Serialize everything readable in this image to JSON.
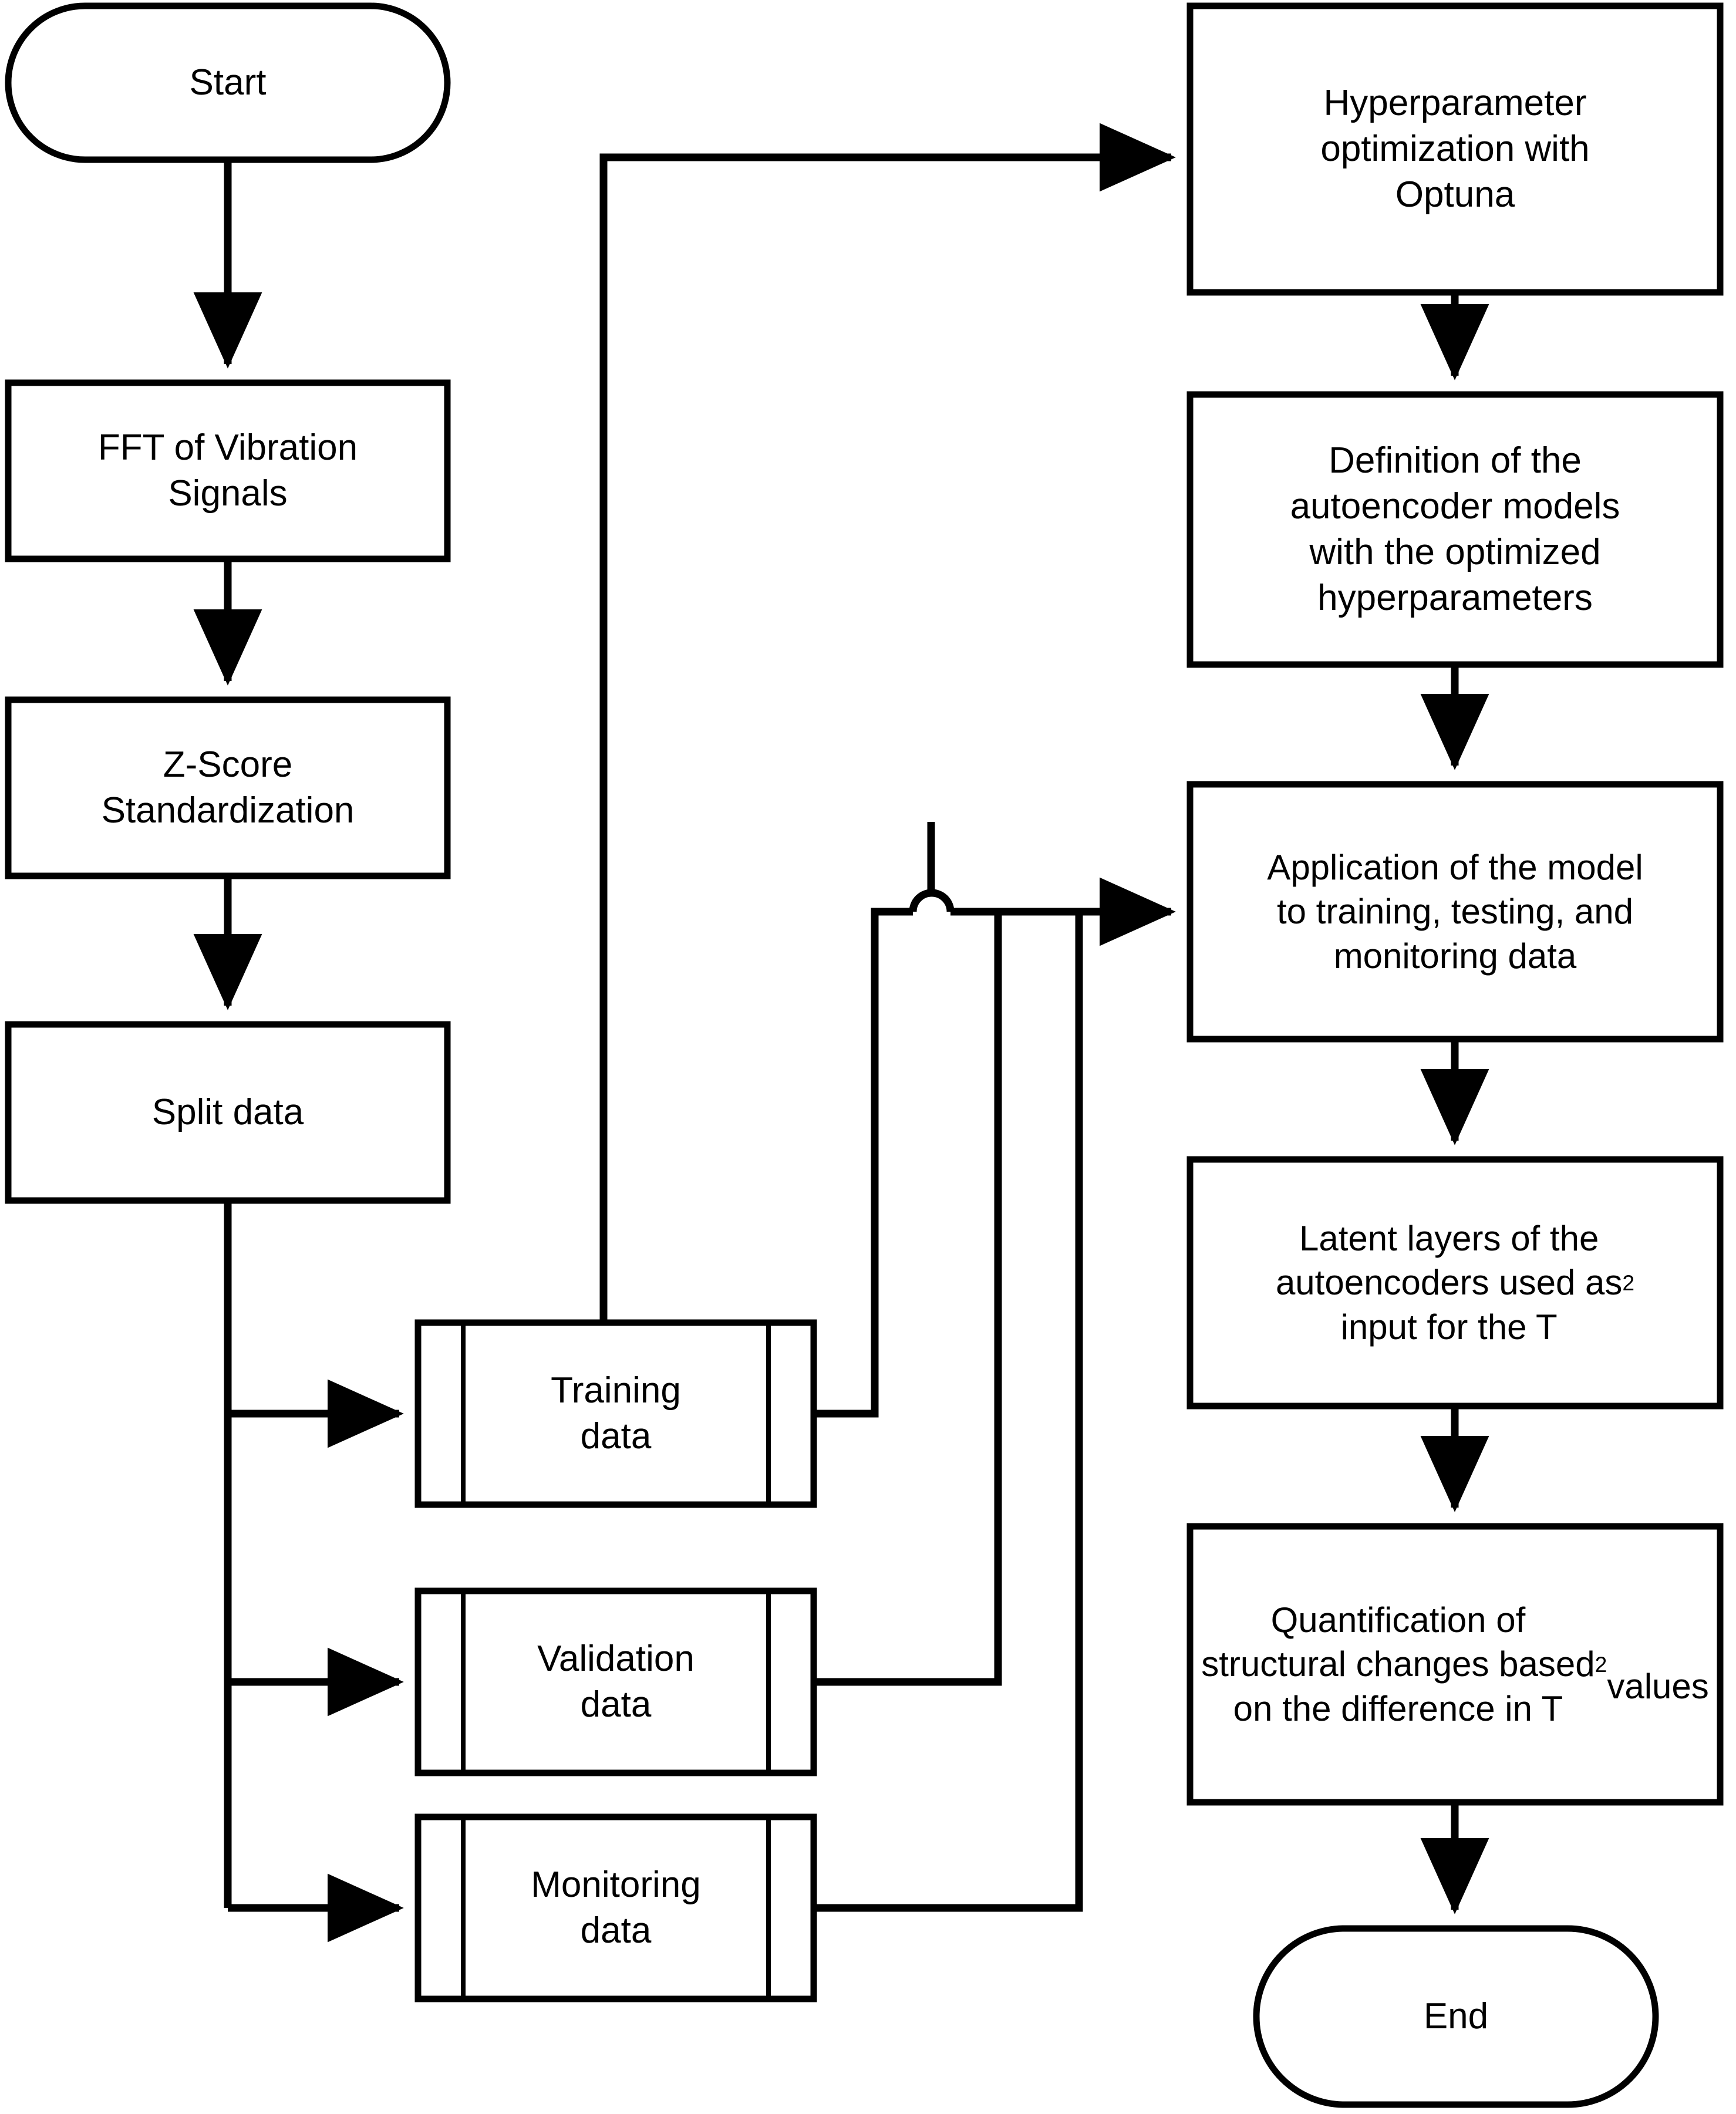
{
  "diagram": {
    "title": "Autoencoder-based structural monitoring workflow",
    "type": "flowchart",
    "orientation": "two-column",
    "stroke_color": "#000000",
    "fill_color": "#FFFFFF",
    "background": "#FFFFFF"
  },
  "nodes": {
    "start": {
      "label": "Start",
      "shape": "terminator",
      "column": "left"
    },
    "fft": {
      "label": "FFT of Vibration\nSignals",
      "shape": "process",
      "column": "left"
    },
    "zscore": {
      "label": "Z-Score\nStandardization",
      "shape": "process",
      "column": "left"
    },
    "split": {
      "label": "Split data",
      "shape": "process",
      "column": "left"
    },
    "training": {
      "label": "Training\ndata",
      "shape": "predefined-process",
      "column": "middle"
    },
    "validation": {
      "label": "Validation\ndata",
      "shape": "predefined-process",
      "column": "middle"
    },
    "monitoring": {
      "label": "Monitoring\ndata",
      "shape": "predefined-process",
      "column": "middle"
    },
    "hyperopt": {
      "label": "Hyperparameter\noptimization with\nOptuna",
      "shape": "process",
      "column": "right"
    },
    "definition": {
      "label": "Definition of the\nautoencoder models\nwith the optimized\nhyperparameters",
      "shape": "process",
      "column": "right"
    },
    "application": {
      "label": "Application of the model\nto training, testing, and\nmonitoring data",
      "shape": "process",
      "column": "right"
    },
    "latent": {
      "label_pre": "Latent layers of the\nautoencoders used as\ninput for the T",
      "label_sup": "2",
      "shape": "process",
      "column": "right"
    },
    "quantification": {
      "label_pre": "Quantification of\nstructural changes based\non the difference in T",
      "label_sup": "2",
      "label_post": "\nvalues",
      "shape": "process",
      "column": "right"
    },
    "end": {
      "label": "End",
      "shape": "terminator",
      "column": "right"
    }
  },
  "edges": [
    {
      "from": "start",
      "to": "fft",
      "style": "arrow-down"
    },
    {
      "from": "fft",
      "to": "zscore",
      "style": "arrow-down"
    },
    {
      "from": "zscore",
      "to": "split",
      "style": "arrow-down"
    },
    {
      "from": "split",
      "to": "training",
      "style": "elbow-right-arrow"
    },
    {
      "from": "split",
      "to": "validation",
      "style": "elbow-right-arrow"
    },
    {
      "from": "split",
      "to": "monitoring",
      "style": "elbow-right-arrow"
    },
    {
      "from": "training",
      "to": "hyperopt",
      "style": "elbow-up-right-arrow"
    },
    {
      "from": "training",
      "to": "application",
      "style": "elbow-up-right-arrow"
    },
    {
      "from": "validation",
      "to": "application",
      "style": "elbow-up-right-arrow"
    },
    {
      "from": "monitoring",
      "to": "application",
      "style": "elbow-up-right-arrow"
    },
    {
      "from": "hyperopt",
      "to": "definition",
      "style": "arrow-down"
    },
    {
      "from": "definition",
      "to": "application",
      "style": "arrow-down"
    },
    {
      "from": "application",
      "to": "latent",
      "style": "arrow-down"
    },
    {
      "from": "latent",
      "to": "quantification",
      "style": "arrow-down"
    },
    {
      "from": "quantification",
      "to": "end",
      "style": "arrow-down"
    }
  ]
}
